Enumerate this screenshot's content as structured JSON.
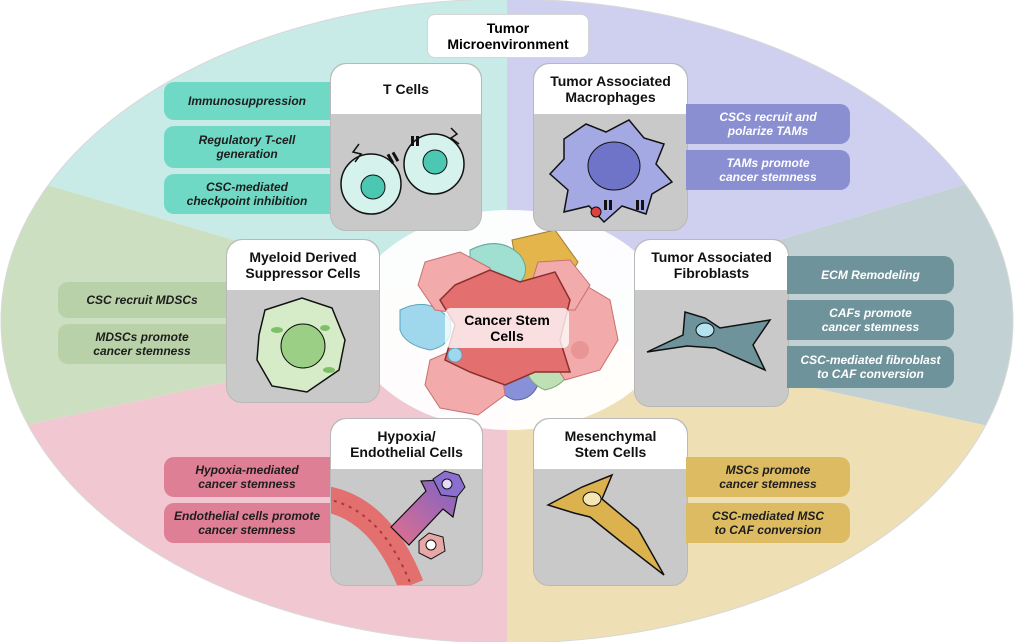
{
  "title": "Tumor\nMicroenvironment",
  "center": "Cancer Stem\nCells",
  "sectors": {
    "t_cells": {
      "color": "#c8ebe7",
      "heading": "T Cells",
      "labels": [
        "Immunosuppression",
        "Regulatory T-cell\ngeneration",
        "CSC-mediated\ncheckpoint inhibition"
      ]
    },
    "tam": {
      "color": "#cfd0ef",
      "heading": "Tumor Associated\nMacrophages",
      "labels": [
        "CSCs recruit and\npolarize TAMs",
        "TAMs promote\ncancer stemness"
      ]
    },
    "mdsc": {
      "color": "#cddfc1",
      "heading": "Myeloid Derived\nSuppressor Cells",
      "labels": [
        "CSC recruit MDSCs",
        "MDSCs promote\ncancer stemness"
      ]
    },
    "taf": {
      "color": "#c2d1d3",
      "heading": "Tumor Associated\nFibroblasts",
      "labels": [
        "ECM Remodeling",
        "CAFs promote\ncancer stemness",
        "CSC-mediated fibroblast\nto CAF conversion"
      ]
    },
    "hypoxia": {
      "color": "#f1c7d1",
      "heading": "Hypoxia/\nEndothelial Cells",
      "labels": [
        "Hypoxia-mediated\ncancer stemness",
        "Endothelial cells promote\ncancer stemness"
      ]
    },
    "msc": {
      "color": "#eedfb5",
      "heading": "Mesenchymal\nStem Cells",
      "labels": [
        "MSCs promote\ncancer stemness",
        "CSC-mediated MSC\nto CAF conversion"
      ]
    }
  }
}
